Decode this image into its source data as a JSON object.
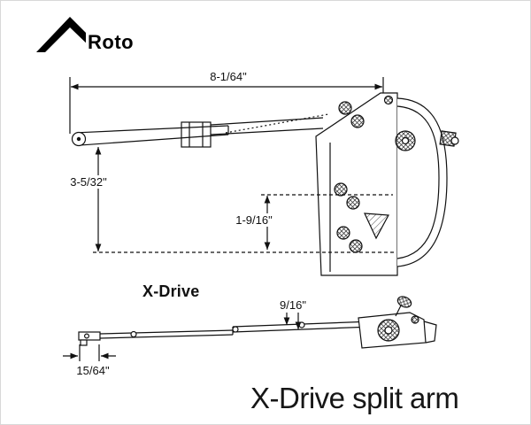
{
  "logo": {
    "brand": "Roto"
  },
  "diagram": {
    "upper": {
      "label": "X-Drive",
      "dim_width": "8-1/64\"",
      "dim_height_total": "3-5/32\"",
      "dim_height_lower": "1-9/16\""
    },
    "lower": {
      "dim_offset": "9/16\"",
      "dim_end_width": "15/64\""
    }
  },
  "caption": "X-Drive split arm",
  "colors": {
    "line": "#111111",
    "background": "#ffffff"
  }
}
